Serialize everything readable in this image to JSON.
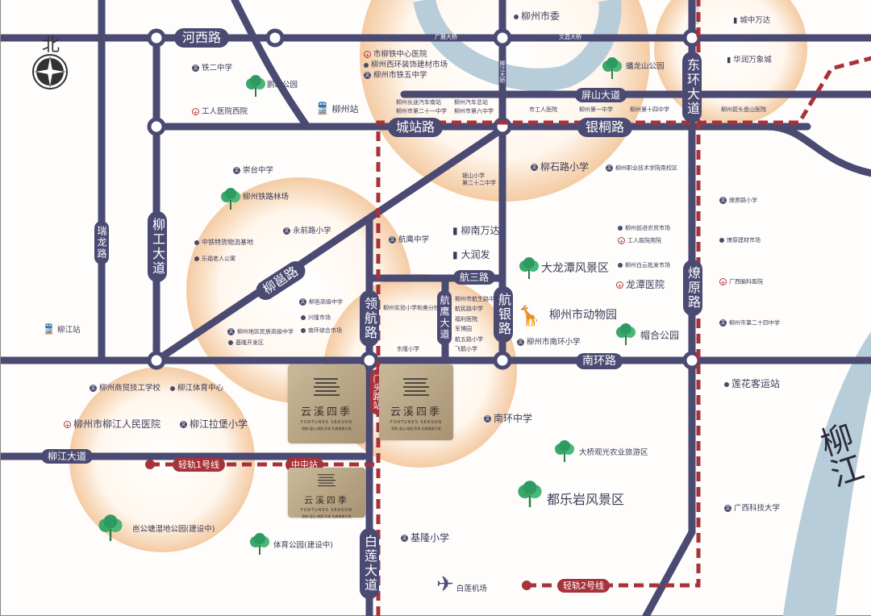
{
  "compass": {
    "north_label": "北"
  },
  "roads": {
    "hexi": "河西路",
    "chengzhan": "城站路",
    "yintong": "银桐路",
    "pingshan": "屏山大道",
    "donghuan": "东环大道",
    "ruilong": "瑞龙路",
    "liugong": "柳工大道",
    "liuyong": "柳邕路",
    "linghang": "领航路",
    "hangying": "航鹰大道",
    "hangsan": "航三路",
    "hangyin": "航银路",
    "liaoyuan": "燎原路",
    "nanhuan": "南环路",
    "liujiang_ave": "柳江大道",
    "bailian": "白莲大道"
  },
  "bridges": {
    "guangya": "广雅大桥",
    "wenchang": "文昌大桥",
    "liujiang": "柳江大桥"
  },
  "rail": {
    "line1": "轻轨1号线",
    "line2": "轻轨2号线",
    "mentou": "门头路站",
    "zhongtun": "中屯站"
  },
  "river": {
    "name": "柳江"
  },
  "project": {
    "name_cn": "云溪四季",
    "name_en": "FORTUNES SEASON",
    "tagline": "颐和·湿山·湖居·珍贵 比肩城南大观"
  },
  "stations": {
    "liuzhou": "柳州站",
    "liujiang": "柳江站",
    "airport": "白莲机场",
    "lianhua": "莲花客运站"
  },
  "pois": {
    "tie2": "铁二中学",
    "eshan_park": "鹅山公园",
    "gongren_west": "工人医院西院",
    "tie_hospital": "市柳铁中心医院",
    "xihuan_market": "柳州西环装饰建材市场",
    "tie5": "柳州市铁五中学",
    "shiwei": "柳州市委",
    "changtu_south": "柳州长途汽车南站",
    "qiche_zong": "柳州汽车总站",
    "no21": "柳州市第二十一中学",
    "no6": "柳州市第六中学",
    "shi_gongren": "市工人医院",
    "no1": "柳州第一中学",
    "no14": "柳州第十四中学",
    "panlong_park": "蟠龙山公园",
    "wanda_city": "城中万达",
    "mixc": "华润万象城",
    "maotou_hosp": "柳州箭头盘山医院",
    "chongtai": "崇台中学",
    "railway_forest": "柳州铁路林场",
    "yongqian": "永前路小学",
    "zhongtie_logistics": "中铁特货物流基地",
    "lexiang": "乐福老人公寓",
    "yinshan": "银山小学",
    "no22": "第二十二中学",
    "liushi_primary": "柳石路小学",
    "vocational": "柳州职业技术学院南校区",
    "hangying_mid": "航鹰中学",
    "liunan_wanda": "柳南万达",
    "dарunfa": "大润发",
    "dalongtan": "大龙潭风景区",
    "zoo": "柳州市动物园",
    "nanhuan_primary": "柳州市南环小学",
    "maohe_park": "帽合公园",
    "qianjin_market": "柳州前进农贸市场",
    "gongren_south": "工人医院南院",
    "baiyun_market": "柳州白云批发市场",
    "longtan_hosp": "龙潭医院",
    "liaoyuan_primary": "燎原路小学",
    "liaoyuan_market": "燎原建材市场",
    "gx_brain": "广西脑科医院",
    "no24": "柳州市第二十四中学",
    "yongyong_high": "柳邕高级中学",
    "xinglong_market": "兴隆市场",
    "nanhuan_market": "南环综合市场",
    "minzu_high": "柳州地区民族高级中学",
    "jilong_dev": "基隆开发区",
    "shiyan_branch": "柳州实验小学和美分校",
    "donglong_primary": "东隆小学",
    "hangtian_mid": "柳州市航生路中学",
    "hangsheng_mid": "航民路中学",
    "fuli_hosp": "福利医院",
    "junbo": "军博园",
    "hangwu_primary": "航五路小学",
    "feie_primary": "飞鹅小学",
    "shangmao": "柳州商贸技工学校",
    "sports_center": "柳江体育中心",
    "liujiang_hosp": "柳州市柳江人民医院",
    "labao_primary": "柳江拉堡小学",
    "yangong_park": "岜公塘湿地公园(建设中)",
    "sports_park": "体育公园(建设中)",
    "jilong_primary": "基隆小学",
    "nanhuan_mid": "南环中学",
    "daqiao_agri": "大桥观光农业旅游区",
    "dule_scenic": "都乐岩风景区",
    "gx_tech": "广西科技大学"
  },
  "colors": {
    "road": "#4a4a73",
    "rail": "#a8323a",
    "river": "#b7cdd9",
    "glow": "#f3c69a",
    "tree": "#3aa86a"
  }
}
